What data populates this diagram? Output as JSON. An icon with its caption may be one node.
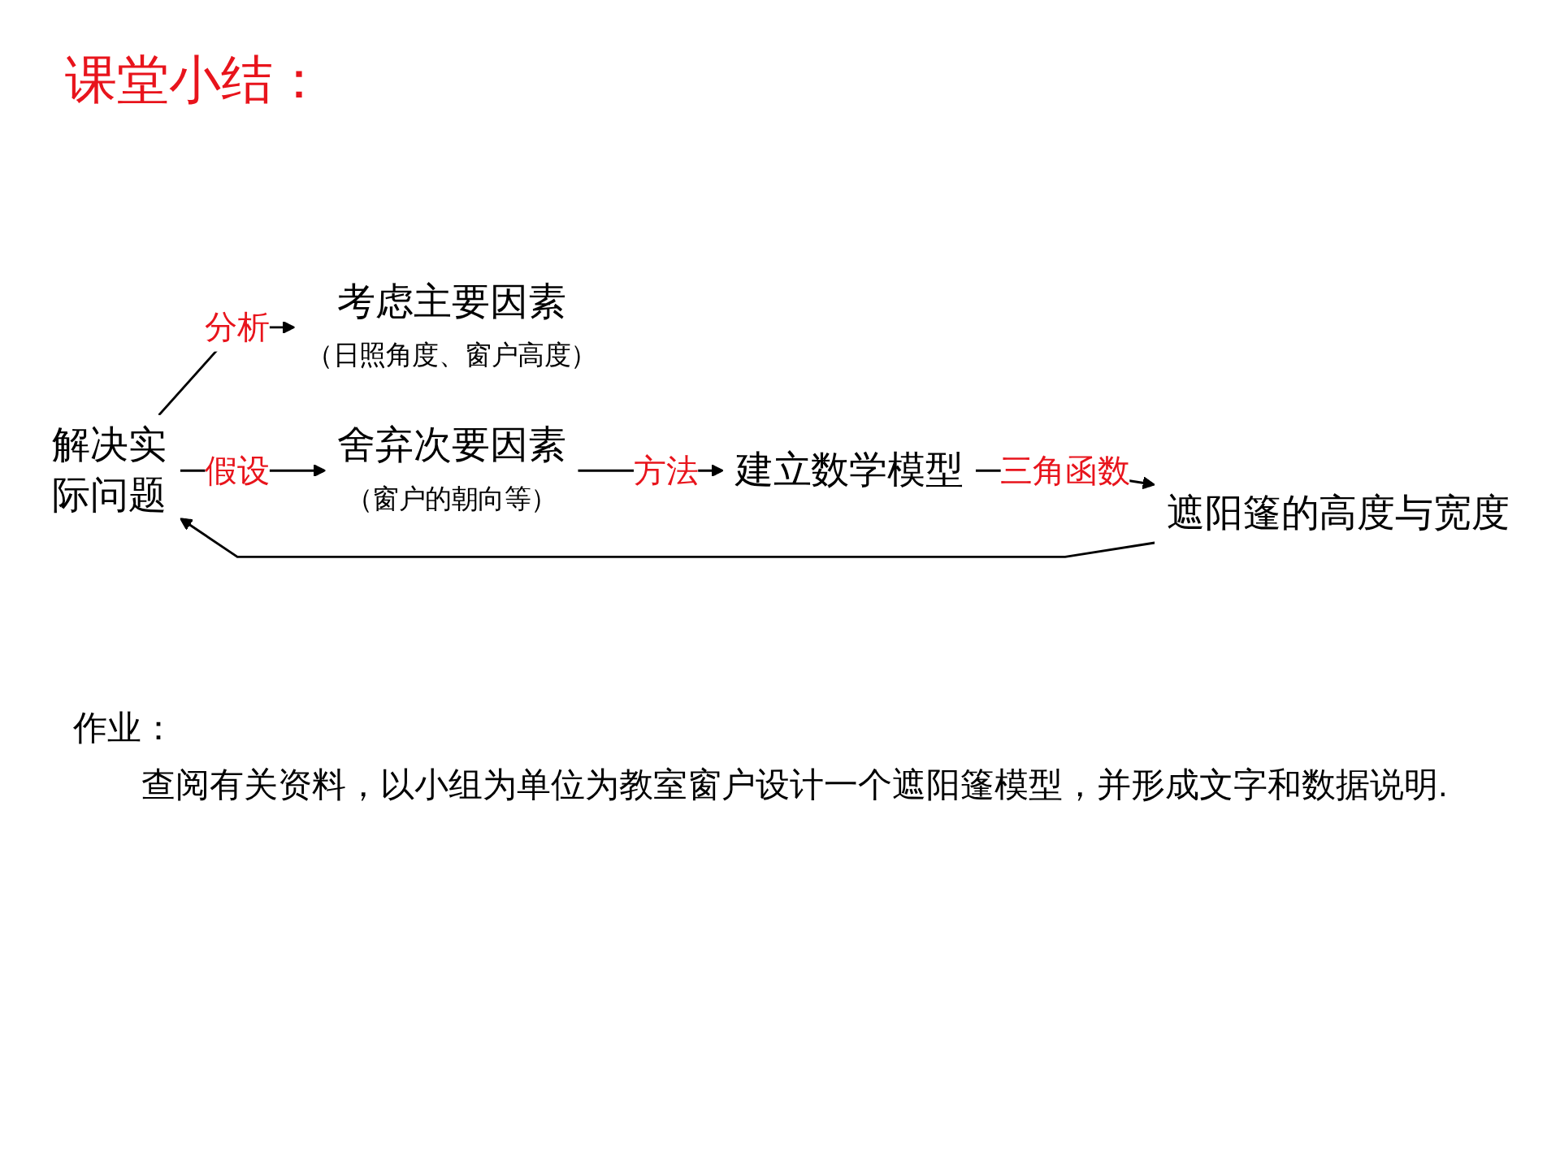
{
  "diagram": {
    "title": "课堂小结：",
    "nodes": [
      {
        "text": [
          "解决实际问题"
        ]
      },
      {
        "text": [
          "考虑主要因素",
          "（日照角度、窗户高度）"
        ]
      },
      {
        "text": [
          "舍弃次要因素",
          "（窗户的朝向等）"
        ]
      },
      {
        "text": [
          "建立数学模型"
        ]
      },
      {
        "text": [
          "遮阳篷的高度与宽度"
        ]
      }
    ],
    "edges": [
      {
        "from": 0,
        "to": 1,
        "arrow": "to",
        "label": "分析"
      },
      {
        "from": 0,
        "to": 2,
        "arrow": "to",
        "label": "假设"
      },
      {
        "from": 2,
        "to": 3,
        "arrow": "to",
        "label": "方法"
      },
      {
        "from": 3,
        "to": 4,
        "arrow": "to",
        "label": "三角函数"
      },
      {
        "from": 4,
        "to": 0,
        "arrow": "to"
      }
    ],
    "labels": [
      "作业：",
      "查阅有关资料，以小组为单位为教室窗户设计一个遮阳篷模型，并形成文字和数据说明."
    ]
  }
}
